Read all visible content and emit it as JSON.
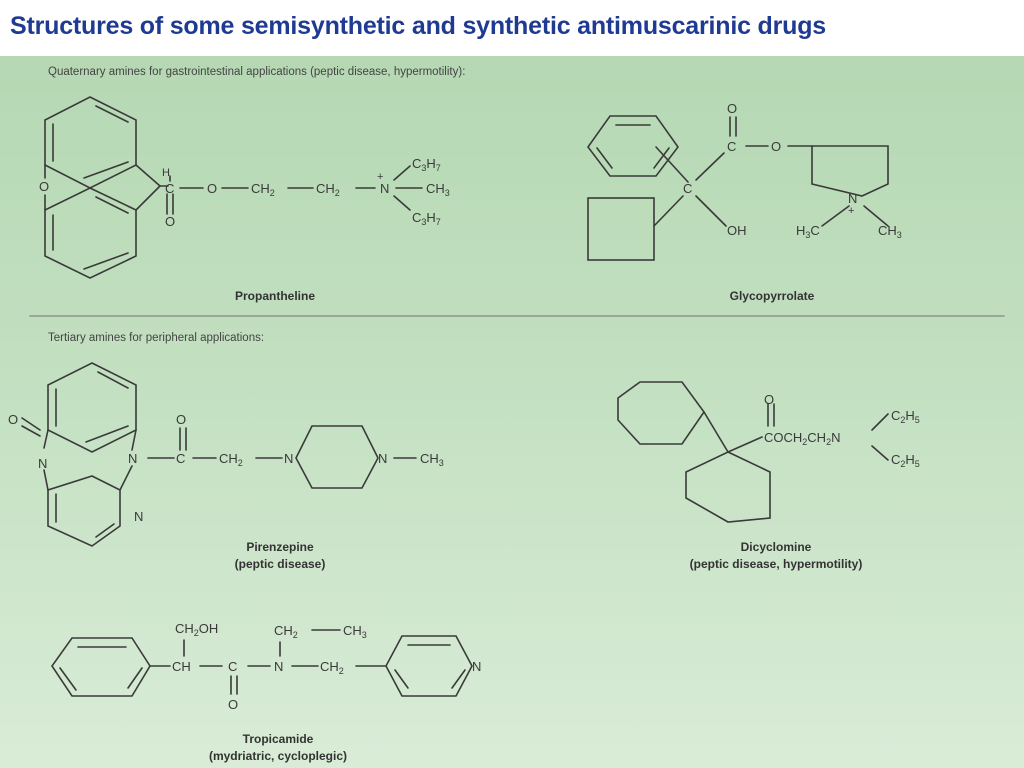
{
  "slide": {
    "title": "Structures of some semisynthetic and synthetic antimuscarinic drugs",
    "sections": {
      "quaternary": "Quaternary amines for gastrointestinal applications (peptic disease, hypermotility):",
      "tertiary": "Tertiary amines for peripheral applications:"
    },
    "drugs": {
      "propantheline": {
        "name": "Propantheline"
      },
      "glycopyrrolate": {
        "name": "Glycopyrrolate"
      },
      "pirenzepine": {
        "name": "Pirenzepine",
        "use": "(peptic disease)"
      },
      "dicyclomine": {
        "name": "Dicyclomine",
        "use": "(peptic disease, hypermotility)"
      },
      "tropicamide": {
        "name": "Tropicamide",
        "use": "(mydriatric, cycloplegic)"
      }
    }
  },
  "colors": {
    "title": "#1f3a93",
    "panel_top": "#b5d8b3",
    "panel_bottom": "#d9ecd7",
    "ink": "#3a3a3a"
  }
}
